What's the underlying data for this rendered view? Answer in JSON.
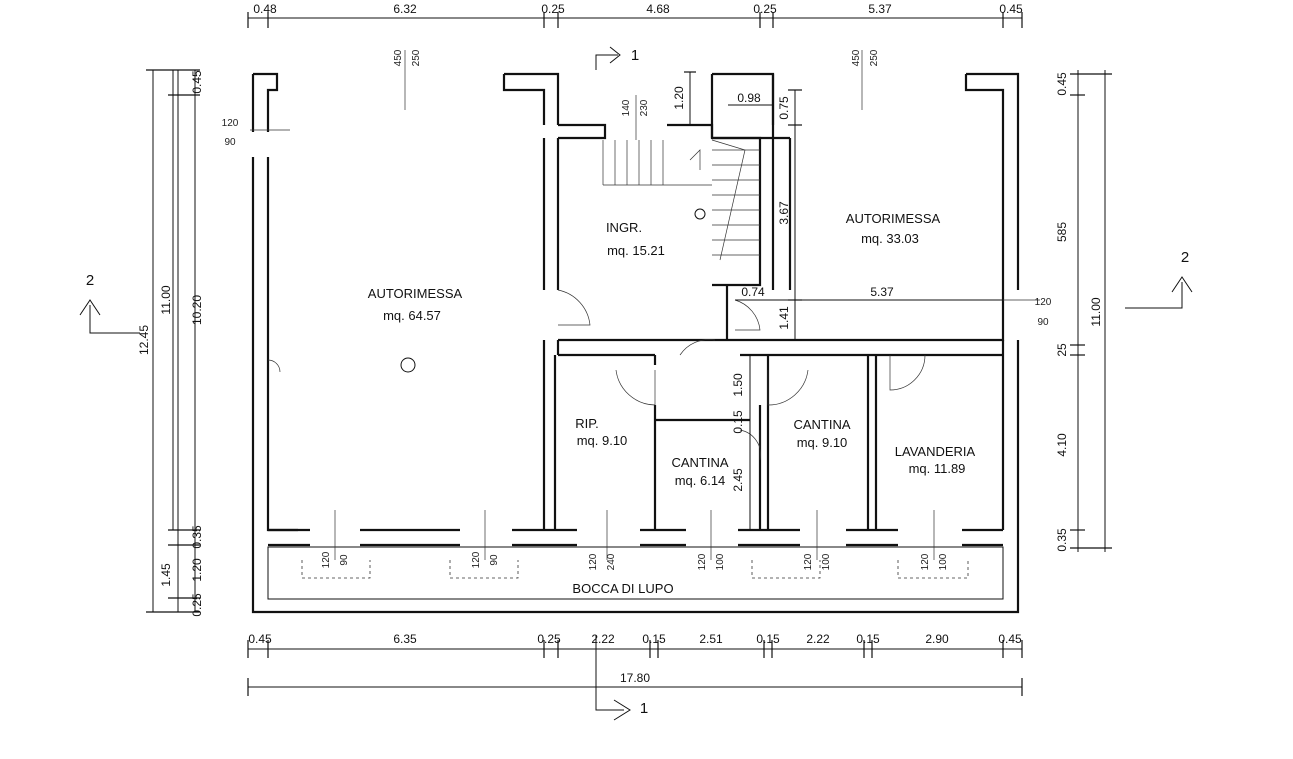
{
  "dimensions": {
    "top": [
      "0.48",
      "6.32",
      "0.25",
      "4.68",
      "0.25",
      "5.37",
      "0.45"
    ],
    "bottom": [
      "0.45",
      "6.35",
      "0.25",
      "2.22",
      "0.15",
      "2.51",
      "0.15",
      "2.22",
      "0.15",
      "2.90",
      "0.45"
    ],
    "total": "17.80",
    "left_outer": "12.45",
    "left_mid": "11.00",
    "left_inner": "10.20",
    "left_segments": [
      "0.45",
      "0.35",
      "1.20",
      "1.45",
      "0.25"
    ],
    "right_outer": "11.00",
    "right_segments": [
      "0.45",
      "585",
      "25",
      "4.10",
      "0.35"
    ],
    "interior": [
      "1.20",
      "0.98",
      "0.75",
      "3.67",
      "0.74",
      "5.37",
      "1.41",
      "1.50",
      "0.15",
      "2.45"
    ]
  },
  "openings": {
    "top_left": [
      "450",
      "250"
    ],
    "top_right": [
      "450",
      "250"
    ],
    "top_entrance": [
      "140",
      "230"
    ],
    "left_window": [
      "120",
      "90"
    ],
    "right_window": [
      "120",
      "90"
    ],
    "bottom_1": [
      "120",
      "90"
    ],
    "bottom_2": [
      "120",
      "90"
    ],
    "bottom_3": [
      "120",
      "240"
    ],
    "bottom_4": [
      "120",
      "100"
    ],
    "bottom_5": [
      "120",
      "100"
    ],
    "bottom_6": [
      "120",
      "100"
    ]
  },
  "rooms": {
    "garage_big": {
      "name": "AUTORIMESSA",
      "area": "mq. 64.57"
    },
    "entrance": {
      "name": "INGR.",
      "area": "mq. 15.21"
    },
    "garage_small": {
      "name": "AUTORIMESSA",
      "area": "mq. 33.03"
    },
    "storage": {
      "name": "RIP.",
      "area": "mq. 9.10"
    },
    "cellar_mid": {
      "name": "CANTINA",
      "area": "mq. 6.14"
    },
    "cellar_right": {
      "name": "CANTINA",
      "area": "mq. 9.10"
    },
    "laundry": {
      "name": "LAVANDERIA",
      "area": "mq. 11.89"
    },
    "light_well": {
      "name": "BOCCA DI LUPO"
    }
  },
  "sections": {
    "one": "1",
    "two": "2"
  }
}
